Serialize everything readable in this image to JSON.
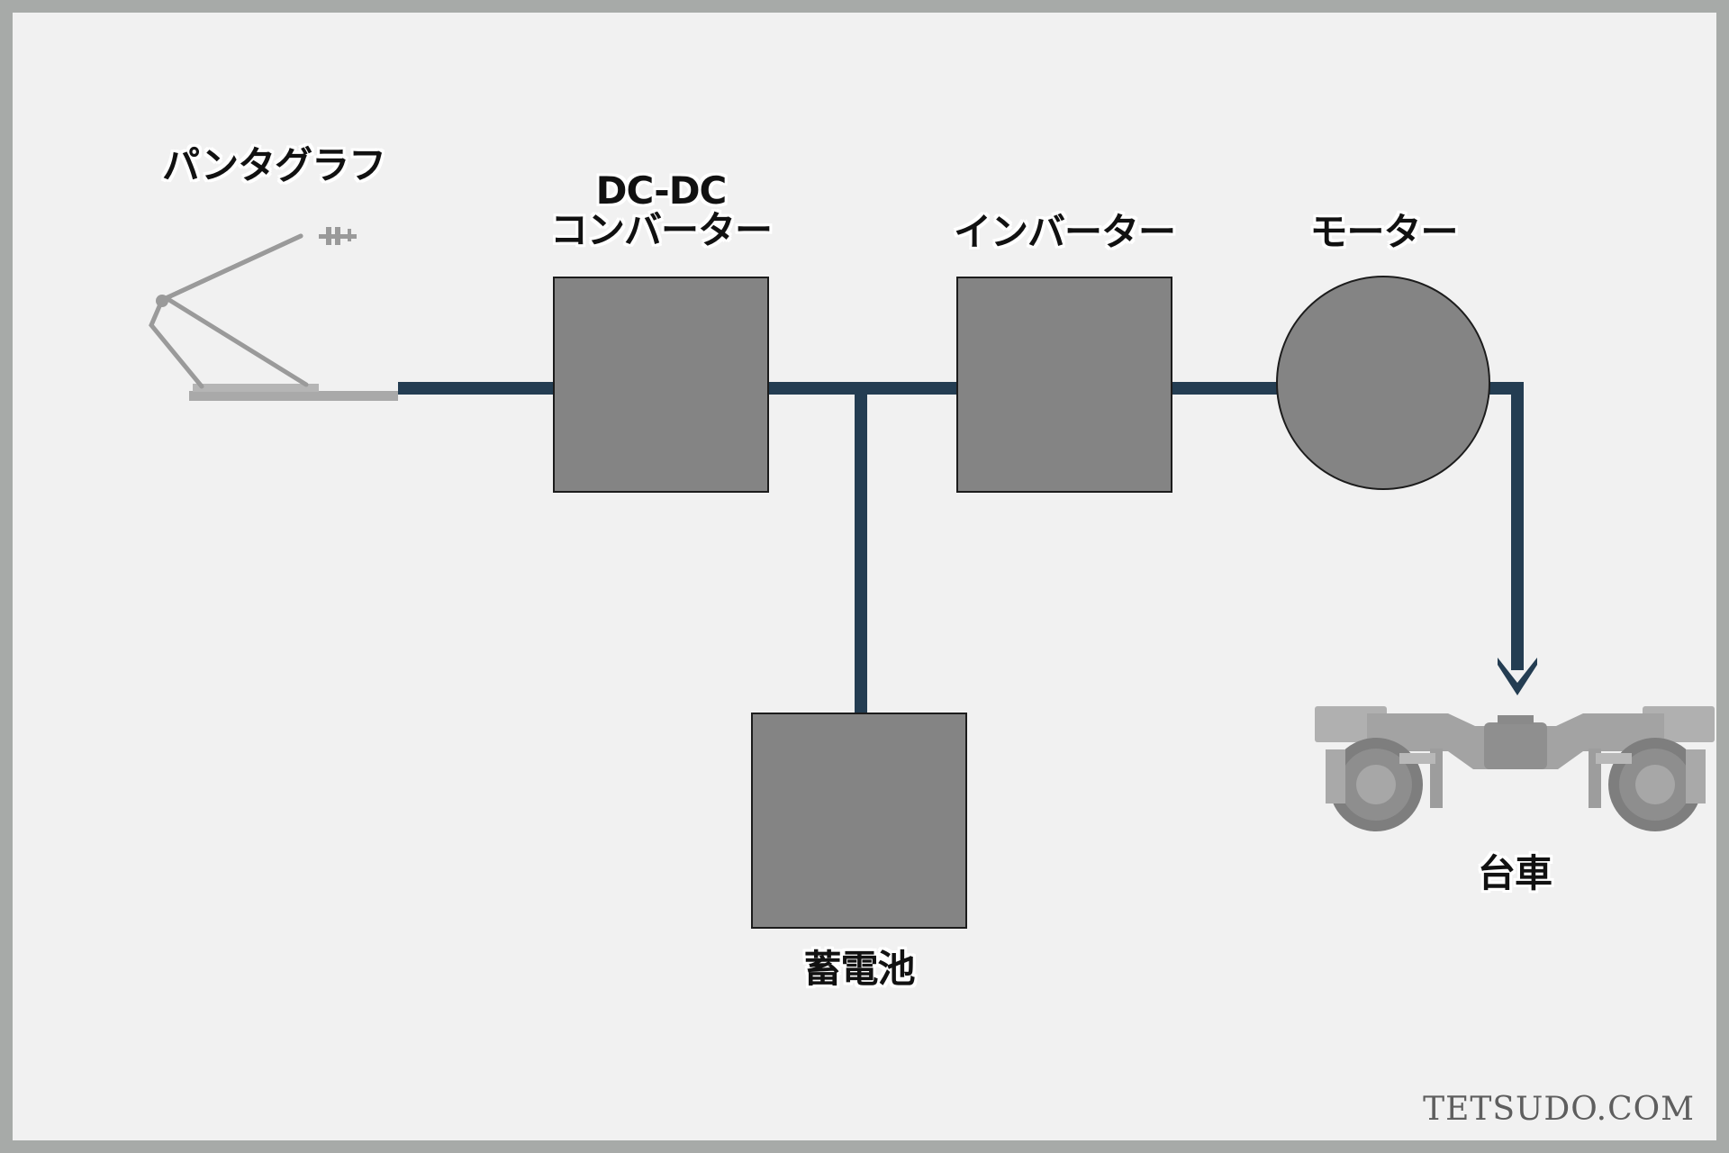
{
  "components": {
    "pantograph": {
      "label": "パンタグラフ"
    },
    "dcdc_converter": {
      "label_line1": "DC-DC",
      "label_line2": "コンバーター"
    },
    "inverter": {
      "label": "インバーター"
    },
    "motor": {
      "label": "モーター"
    },
    "battery": {
      "label": "蓄電池"
    },
    "bogie": {
      "label": "台車"
    }
  },
  "watermark": "TETSUDO.COM",
  "colors": {
    "background": "#f1f1f1",
    "border": "#a7aaa8",
    "wire": "#243d52",
    "component_fill": "#848484",
    "component_stroke": "#1c1c1c",
    "device_gray": "#a9a9a9"
  },
  "connections": [
    [
      "pantograph",
      "dcdc_converter"
    ],
    [
      "dcdc_converter",
      "inverter"
    ],
    [
      "dcdc_converter",
      "battery"
    ],
    [
      "inverter",
      "motor"
    ],
    [
      "motor",
      "bogie"
    ]
  ]
}
